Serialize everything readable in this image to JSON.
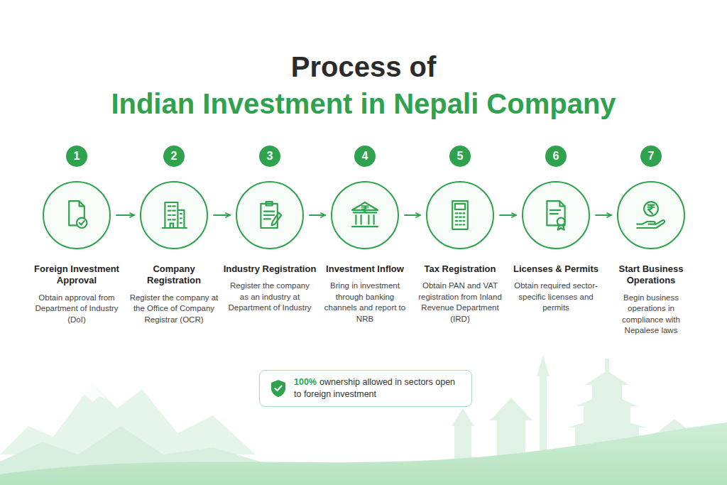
{
  "diagram": {
    "title": "Process of",
    "nodes": [
      {
        "text": [
          "1",
          "Foreign Investment Approval",
          "Obtain approval from Department of Industry (DoI)"
        ]
      },
      {
        "text": [
          "2",
          "Company Registration",
          "Register the company at the Office of Company Registrar (OCR)"
        ]
      },
      {
        "text": [
          "3",
          "Industry Registration",
          "Register the company as an industry at Department of Industry"
        ]
      },
      {
        "text": [
          "4",
          "Investment Inflow",
          "Bring in investment through banking channels and report to NRB"
        ]
      },
      {
        "text": [
          "5",
          "Tax Registration",
          "Obtain PAN and VAT registration from Inland Revenue Department (IRD)"
        ]
      },
      {
        "text": [
          "6",
          "Licenses & Permits",
          "Obtain required sector-specific licenses and permits"
        ]
      },
      {
        "text": [
          "7",
          "Start Business Operations",
          "Begin business operations in compliance with Nepalese laws"
        ]
      },
      {
        "text": [
          "100%",
          "ownership allowed in sectors open to foreign investment"
        ]
      }
    ],
    "edges": [
      {
        "from": 0,
        "to": 1,
        "arrow": "to"
      },
      {
        "from": 1,
        "to": 2,
        "arrow": "to"
      },
      {
        "from": 2,
        "to": 3,
        "arrow": "to"
      },
      {
        "from": 3,
        "to": 4,
        "arrow": "to"
      },
      {
        "from": 4,
        "to": 5,
        "arrow": "to"
      },
      {
        "from": 5,
        "to": 6,
        "arrow": "to"
      }
    ],
    "labels": [
      "Indian Investment in Nepali Company"
    ]
  }
}
